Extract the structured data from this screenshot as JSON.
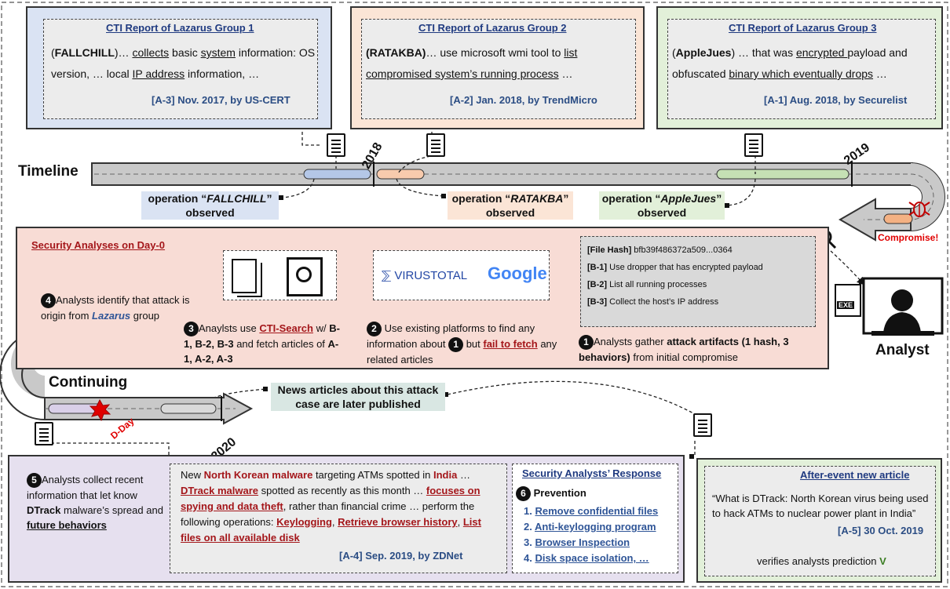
{
  "colors": {
    "blue_card": "#dae3f3",
    "orange_card": "#fbe5d6",
    "green_card": "#e2f0d9",
    "day0_panel": "#f8dcd5",
    "purple_panel": "#e6e0ef",
    "accent_red": "#a4161a",
    "ref_blue": "#2b4d84"
  },
  "cards": [
    {
      "title": "CTI Report of Lazarus Group 1",
      "parts": [
        {
          "t": "(",
          "s": ""
        },
        {
          "t": "FALLCHILL",
          "s": "b"
        },
        {
          "t": ")… ",
          "s": ""
        },
        {
          "t": "collects",
          "s": "u"
        },
        {
          "t": " basic ",
          "s": ""
        },
        {
          "t": "system",
          "s": "u"
        },
        {
          "t": " information: OS version, … local ",
          "s": ""
        },
        {
          "t": "IP address",
          "s": "u"
        },
        {
          "t": " information, …",
          "s": ""
        }
      ],
      "ref": "[A-3] Nov. 2017, by US-CERT"
    },
    {
      "title": "CTI Report of Lazarus Group 2",
      "parts": [
        {
          "t": "(RATAKBA)",
          "s": "b"
        },
        {
          "t": "… use microsoft wmi tool to ",
          "s": ""
        },
        {
          "t": "list compromised system’s running process",
          "s": "u"
        },
        {
          "t": " …",
          "s": ""
        }
      ],
      "ref": "[A-2] Jan. 2018, by TrendMicro"
    },
    {
      "title": "CTI Report of Lazarus Group 3",
      "parts": [
        {
          "t": "(",
          "s": ""
        },
        {
          "t": "AppleJues",
          "s": "b"
        },
        {
          "t": ") … that was ",
          "s": ""
        },
        {
          "t": "encrypted ",
          "s": "u"
        },
        {
          "t": "payload and obfuscated ",
          "s": ""
        },
        {
          "t": "binary which eventually drops",
          "s": "u"
        },
        {
          "t": " …",
          "s": ""
        }
      ],
      "ref": "[A-1] Aug. 2018, by Securelist"
    }
  ],
  "timeline": {
    "label": "Timeline",
    "year1": "2018",
    "year2": "2019",
    "compromise": "Compromise!",
    "ops": [
      {
        "pre": "operation “",
        "name": "FALLCHILL",
        "post": "” observed"
      },
      {
        "pre": "operation “",
        "name": "RATAKBA",
        "post": "” observed"
      },
      {
        "pre": "operation “",
        "name": "AppleJues",
        "post": "” observed"
      }
    ]
  },
  "day0": {
    "title": "Security Analyses on Day-0",
    "artifacts": [
      {
        "tag": "[File Hash]",
        "text": " bfb39f486372a509...0364"
      },
      {
        "tag": "[B-1]",
        "text": " Use dropper that has encrypted payload"
      },
      {
        "tag": "[B-2]",
        "text": " List all running processes"
      },
      {
        "tag": "[B-3]",
        "text": " Collect the host’s IP address"
      }
    ],
    "logos": {
      "virustotal": "VIRUSTOTAL",
      "google": "Google"
    },
    "steps": [
      {
        "num": "1",
        "parts": [
          {
            "t": "Analysts gather ",
            "s": ""
          },
          {
            "t": "attack artifacts (1 hash, 3 behaviors)",
            "s": "b"
          },
          {
            "t": " from initial compromise",
            "s": ""
          }
        ]
      },
      {
        "num": "2",
        "l1": "Use existing platforms to find any information about ",
        "ref": "1",
        "l2": " but ",
        "fail": "fail to fetch",
        "l3": " any related articles"
      },
      {
        "num": "3",
        "parts": [
          {
            "t": "Anaylsts use ",
            "s": ""
          },
          {
            "t": "CTI-Search",
            "s": "u b red"
          },
          {
            "t": " w/ ",
            "s": ""
          },
          {
            "t": "B-1, B-2, B-3",
            "s": "b"
          },
          {
            "t": " and fetch articles of ",
            "s": ""
          },
          {
            "t": "A-1, A-2, A-3",
            "s": "b"
          }
        ]
      },
      {
        "num": "4",
        "parts": [
          {
            "t": "Analysts identify that attack is origin from ",
            "s": ""
          },
          {
            "t": "Lazarus",
            "s": "b blue i"
          },
          {
            "t": " group",
            "s": ""
          }
        ]
      }
    ],
    "analyst": "Analyst",
    "exe": "EXE"
  },
  "continuing": {
    "label": "Continuing",
    "dday": "D-Day",
    "year": "2020",
    "news": "News articles about this attack case are later published"
  },
  "bottom": {
    "step5": {
      "num": "5",
      "parts": [
        {
          "t": "Analysts collect recent information that let know ",
          "s": ""
        },
        {
          "t": "DTrack",
          "s": "b"
        },
        {
          "t": " malware’s spread and ",
          "s": ""
        },
        {
          "t": "future behaviors",
          "s": "u b"
        }
      ]
    },
    "article_parts": [
      {
        "t": "New ",
        "s": ""
      },
      {
        "t": "North Korean malware",
        "s": "b red"
      },
      {
        "t": " targeting ATMs spotted in ",
        "s": ""
      },
      {
        "t": "India",
        "s": "b red"
      },
      {
        "t": " … ",
        "s": ""
      },
      {
        "t": "DTrack malware",
        "s": "u b red"
      },
      {
        "t": " spotted as recently as this month … ",
        "s": ""
      },
      {
        "t": "focuses on spying and data theft",
        "s": "u b red"
      },
      {
        "t": ", rather than financial crime … perform the following operations: ",
        "s": ""
      },
      {
        "t": "Keylogging",
        "s": "u b red"
      },
      {
        "t": ", ",
        "s": ""
      },
      {
        "t": "Retrieve browser history",
        "s": "u b red"
      },
      {
        "t": ", ",
        "s": ""
      },
      {
        "t": "List files on all available disk",
        "s": "u b red"
      }
    ],
    "article_ref": "[A-4] Sep. 2019, by ZDNet",
    "response_title": "Security Analysts’ Response",
    "prevention": {
      "num": "6",
      "label": "Prevention"
    },
    "items": [
      "1. Remove confidential files",
      "2. Anti-keylogging program",
      "3. Browser Inspection",
      "4. Disk space isolation, …"
    ],
    "after_title": "After-event new article",
    "after_quote": "“What is DTrack: North Korean virus being used to hack ATMs to nuclear power plant in India”",
    "after_ref": "[A-5] 30 Oct. 2019",
    "verify": "verifies analysts prediction",
    "check": "V"
  }
}
